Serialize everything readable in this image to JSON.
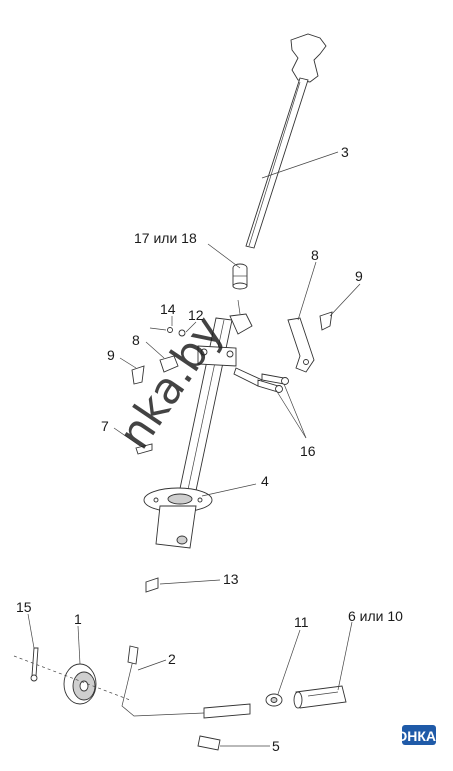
{
  "callouts": [
    {
      "id": "3",
      "text": "3"
    },
    {
      "id": "17",
      "text": "17 или 18"
    },
    {
      "id": "8a",
      "text": "8"
    },
    {
      "id": "9a",
      "text": "9"
    },
    {
      "id": "14",
      "text": "14"
    },
    {
      "id": "12",
      "text": "12"
    },
    {
      "id": "8b",
      "text": "8"
    },
    {
      "id": "9b",
      "text": "9"
    },
    {
      "id": "7",
      "text": "7"
    },
    {
      "id": "16",
      "text": "16"
    },
    {
      "id": "4",
      "text": "4"
    },
    {
      "id": "13",
      "text": "13"
    },
    {
      "id": "15",
      "text": "15"
    },
    {
      "id": "1",
      "text": "1"
    },
    {
      "id": "11",
      "text": "11"
    },
    {
      "id": "6",
      "text": "6 или 10"
    },
    {
      "id": "2",
      "text": "2"
    },
    {
      "id": "5",
      "text": "5"
    }
  ],
  "watermark": "nka.by",
  "logo": {
    "text": "АГРОНКА",
    "accent": "#1f5aa8"
  }
}
